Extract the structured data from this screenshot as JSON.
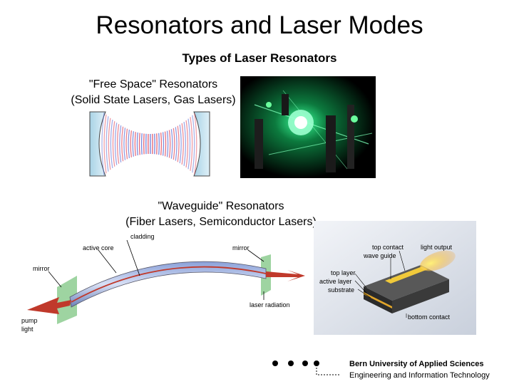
{
  "slide": {
    "title": "Resonators and Laser Modes",
    "subtitle": "Types of Laser Resonators"
  },
  "free_space": {
    "label_line1": "\"Free Space\" Resonators",
    "label_line2": "(Solid State Lasers, Gas Lasers)"
  },
  "waveguide": {
    "label_line1": "\"Waveguide\" Resonators",
    "label_line2": "(Fiber Lasers, Semiconductor Lasers)"
  },
  "fiber_diagram": {
    "cladding": "cladding",
    "active_core": "active core",
    "mirror_right": "mirror",
    "mirror_left": "mirror",
    "laser_radiation": "laser radiation",
    "pump_line1": "pump",
    "pump_line2": "light"
  },
  "semiconductor_diagram": {
    "top_contact": "top contact",
    "light_output": "light output",
    "wave_guide": "wave guide",
    "top_layer": "top layer",
    "active_layer": "active layer",
    "substrate": "substrate",
    "bottom_contact": "bottom contact"
  },
  "footer": {
    "university": "Bern University of Applied Sciences",
    "department": "Engineering and Information Technology"
  }
}
